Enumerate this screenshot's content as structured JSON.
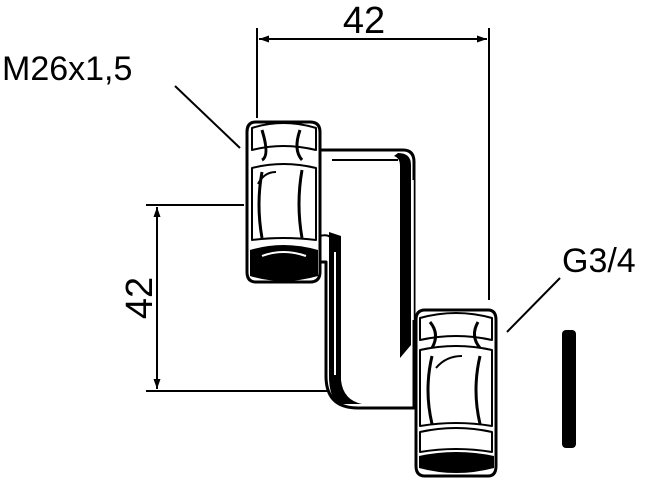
{
  "dimensions": {
    "top_width": "42",
    "left_height": "42"
  },
  "labels": {
    "upper_thread": "M26x1,5",
    "lower_thread": "G3/4"
  },
  "colors": {
    "ink": "#000000",
    "paper": "#ffffff"
  }
}
